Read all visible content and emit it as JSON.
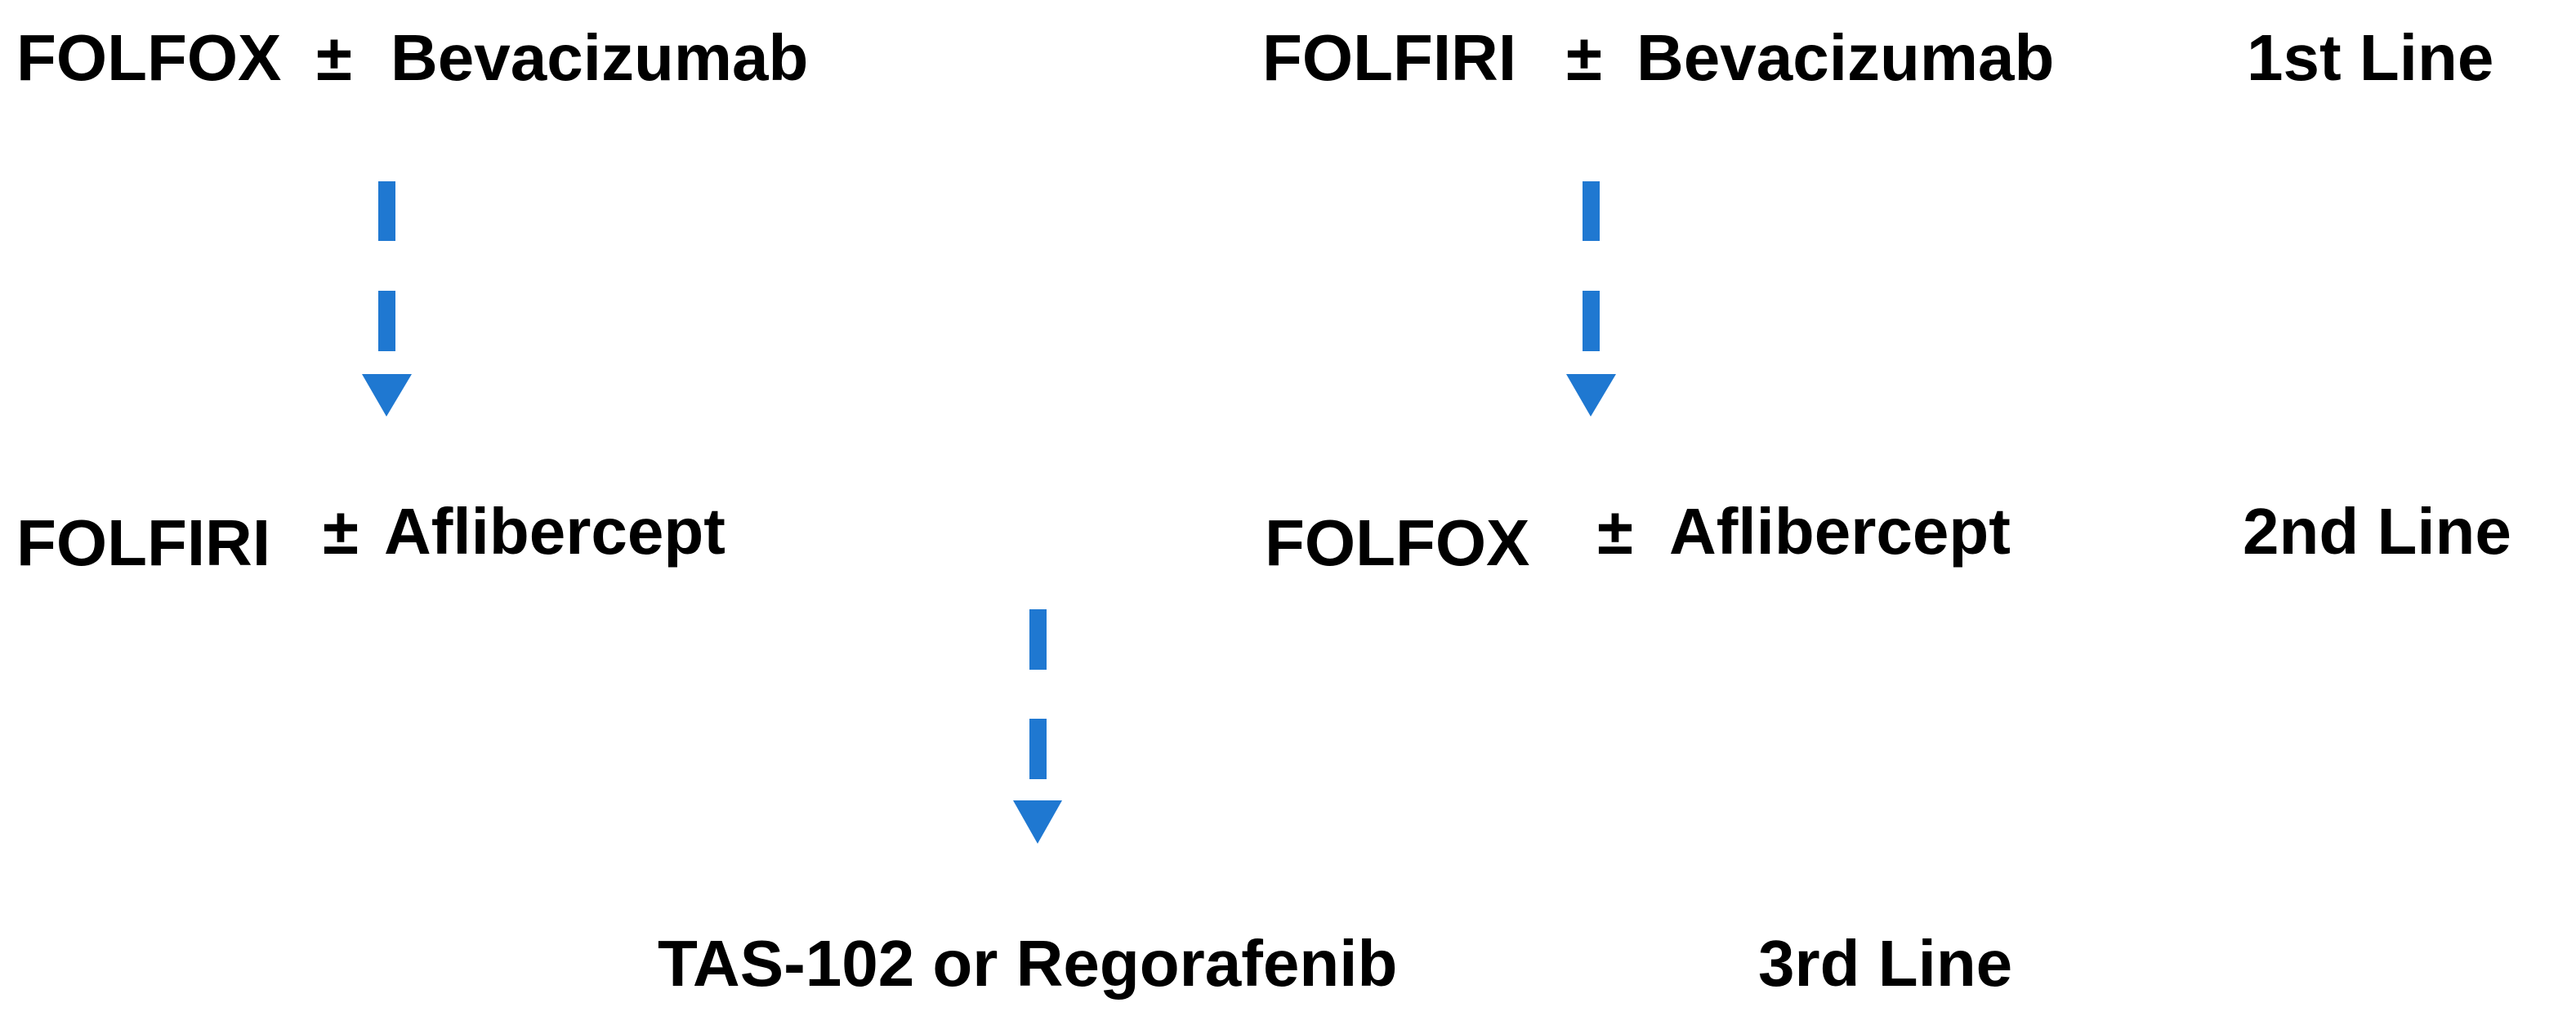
{
  "colors": {
    "text": "#000000",
    "arrow": "#1f78d1",
    "background": "#ffffff"
  },
  "rows": {
    "first": {
      "left": {
        "drug": "FOLFOX",
        "pm": "±",
        "addon": "Bevacizumab"
      },
      "right": {
        "drug": "FOLFIRI",
        "pm": "±",
        "addon": "Bevacizumab"
      },
      "line_label": "1st Line"
    },
    "second": {
      "left": {
        "drug": "FOLFIRI",
        "pm": "±",
        "addon": "Aflibercept"
      },
      "right": {
        "drug": "FOLFOX",
        "pm": "±",
        "addon": "Aflibercept"
      },
      "line_label": "2nd Line"
    },
    "third": {
      "drugs": "TAS-102 or Regorafenib",
      "line_label": "3rd Line"
    }
  },
  "arrows": [
    {
      "name": "arrow-first-left-to-second-left",
      "style": "dashed",
      "direction": "down"
    },
    {
      "name": "arrow-first-right-to-second-right",
      "style": "dashed",
      "direction": "down"
    },
    {
      "name": "arrow-second-to-third",
      "style": "dashed",
      "direction": "down"
    }
  ]
}
